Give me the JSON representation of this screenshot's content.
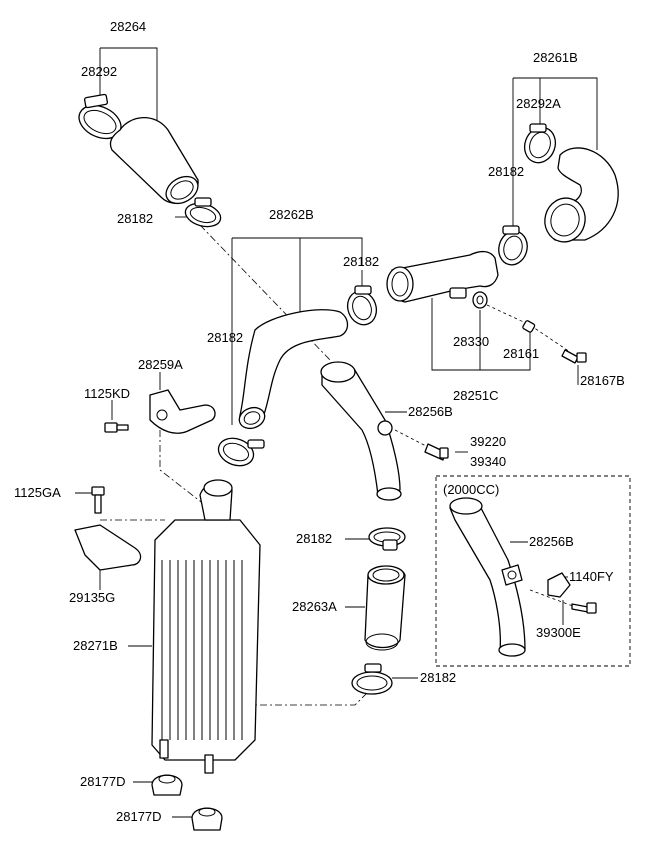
{
  "diagram": {
    "variant_box_title": "(2000CC)",
    "labels": {
      "l28264": "28264",
      "l28292": "28292",
      "l28182_a": "28182",
      "l28262B": "28262B",
      "l28182_b": "28182",
      "l28261B": "28261B",
      "l28292A": "28292A",
      "l28182_c": "28182",
      "l28182_d": "28182",
      "l28330": "28330",
      "l28161": "28161",
      "l28251C": "28251C",
      "l28167B": "28167B",
      "l28259A": "28259A",
      "l1125KD": "1125KD",
      "l28256B_a": "28256B",
      "l39220": "39220",
      "l39340": "39340",
      "l1125GA": "1125GA",
      "l28182_e": "28182",
      "l28256B_b": "28256B",
      "l29135G": "29135G",
      "l1140FY": "1140FY",
      "l28263A": "28263A",
      "l39300E": "39300E",
      "l28271B": "28271B",
      "l28182_f": "28182",
      "l28177D_a": "28177D",
      "l28177D_b": "28177D"
    }
  }
}
